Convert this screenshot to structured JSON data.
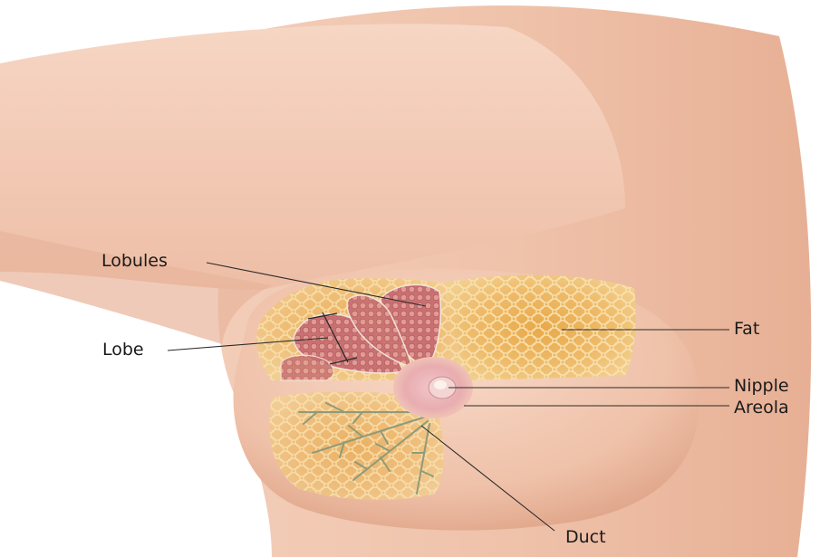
{
  "labels": {
    "lobules": "Lobules",
    "lobe": "Lobe",
    "fat": "Fat",
    "nipple": "Nipple",
    "areola": "Areola",
    "duct": "Duct"
  }
}
